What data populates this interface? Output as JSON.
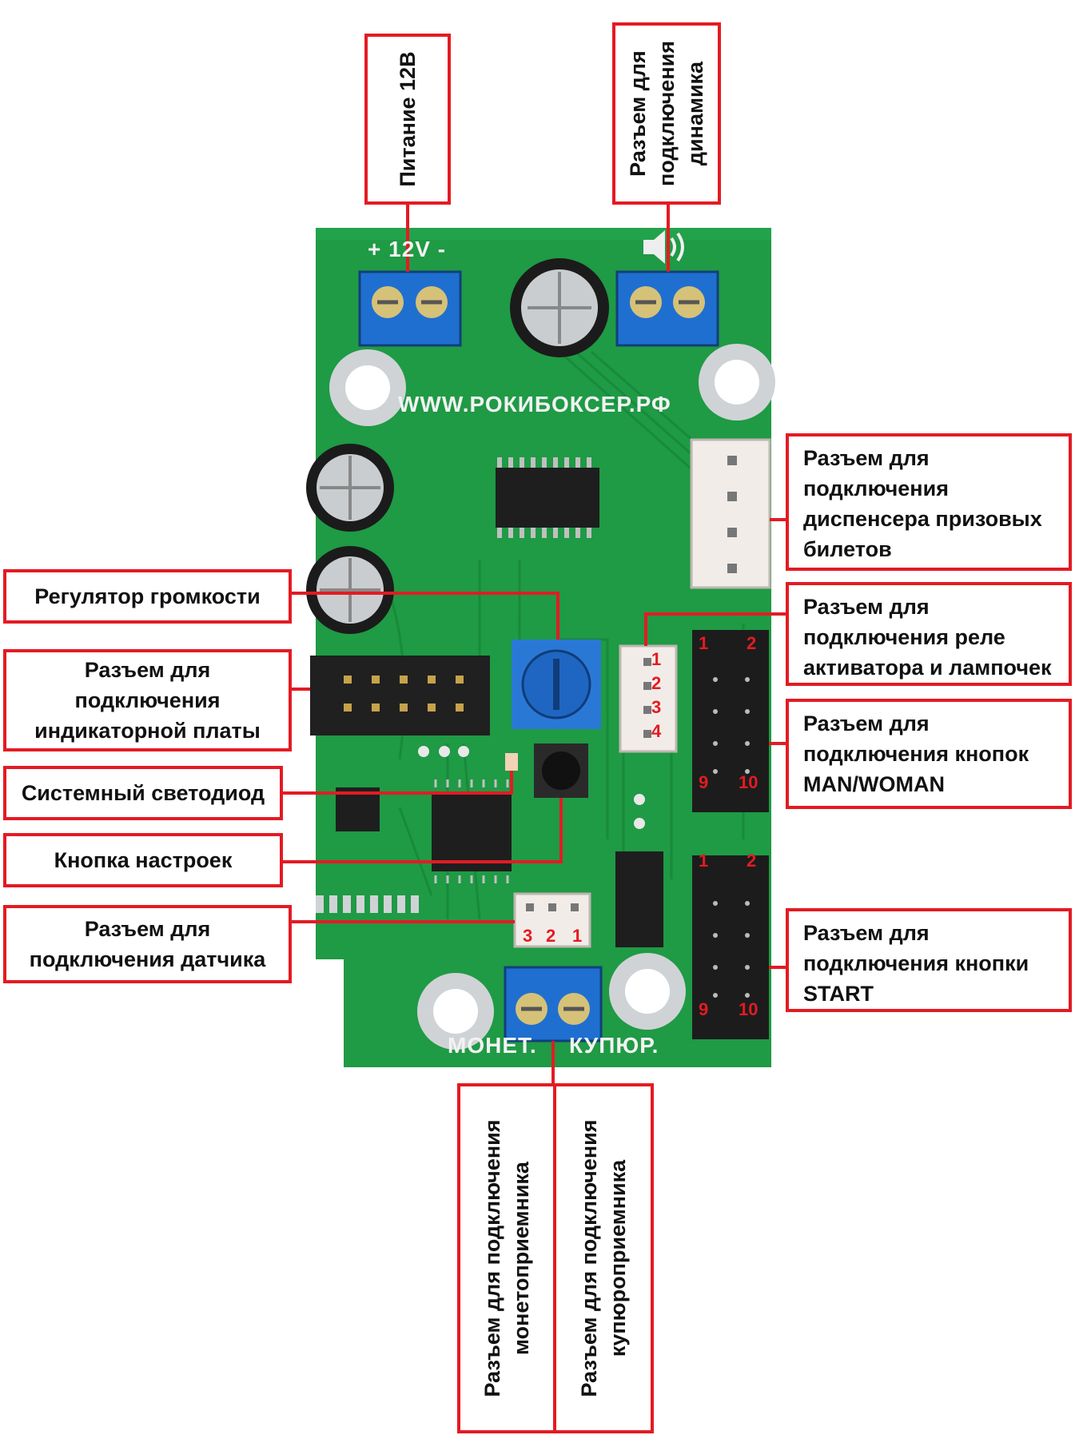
{
  "board": {
    "url": "WWW.РОКИБОКСЕР.РФ",
    "power_marking": "+ 12V -",
    "coin_marking": "МОНЕТ.",
    "bill_marking": "КУПЮР.",
    "color_pcb": "#1f9a45",
    "color_label_border": "#e31b23"
  },
  "labels": {
    "power": [
      "Питание 12В"
    ],
    "speaker": [
      "Разъем для",
      "подключения",
      "динамика"
    ],
    "dispenser": [
      "Разъем для",
      "подключения",
      "диспенсера призовых",
      "билетов"
    ],
    "relay": [
      "Разъем для",
      "подключения реле",
      "активатора и лампочек"
    ],
    "buttons_mw": [
      "Разъем для",
      "подключения кнопок",
      "MAN/WOMAN"
    ],
    "volume": [
      "Регулятор громкости"
    ],
    "indicator": [
      "Разъем для",
      "подключения",
      "индикаторной платы"
    ],
    "led": [
      "Системный светодиод"
    ],
    "settings": [
      "Кнопка настроек"
    ],
    "sensor": [
      "Разъем для",
      "подключения датчика"
    ],
    "start": [
      "Разъем для",
      "подключения кнопки",
      "START"
    ],
    "coin": [
      "Разъем для подключения",
      "монетоприемника"
    ],
    "bill": [
      "Разъем для подключения",
      "купюроприемника"
    ]
  },
  "pins": {
    "relay": [
      "1",
      "2",
      "3",
      "4"
    ],
    "header_top": [
      "1",
      "2",
      "9",
      "10"
    ],
    "header_bottom": [
      "1",
      "2",
      "9",
      "10"
    ],
    "sensor": [
      "3",
      "2",
      "1"
    ]
  }
}
